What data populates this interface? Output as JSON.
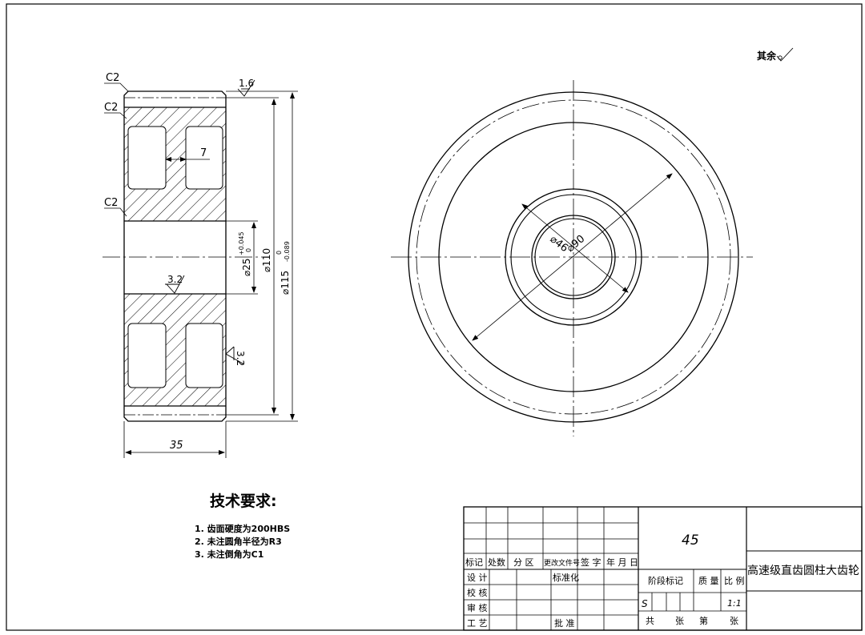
{
  "drawing": {
    "general_roughness": "其余",
    "chamfers": [
      "C2",
      "C2",
      "C2"
    ],
    "roughness": {
      "top": "1.6",
      "bore": "3.2",
      "side": "3.2"
    },
    "dims": {
      "web": "7",
      "width": "35",
      "bore": "⌀25",
      "bore_tol_upper": "+0.045",
      "bore_tol_lower": "0",
      "hub": "⌀110",
      "outer": "⌀115",
      "outer_tol_upper": "0",
      "outer_tol_lower": "-0.089",
      "circle_small": "⌀46",
      "circle_large": "⌀90"
    }
  },
  "tech": {
    "title": "技术要求:",
    "items": [
      "1. 齿面硬度为200HBS",
      "2. 未注圆角半径为R3",
      "3. 未注倒角为C1"
    ]
  },
  "title_block": {
    "headers": [
      "标记",
      "处数",
      "分 区",
      "更改文件号",
      "签 字",
      "年 月 日"
    ],
    "rows": [
      "设 计",
      "校 核",
      "审 核",
      "工 艺"
    ],
    "std": "标准化",
    "approve": "批 准",
    "material": "45",
    "stage": "阶段标记",
    "mass": "质 量",
    "scale_label": "比 例",
    "stage_value": "S",
    "scale": "1:1",
    "total": "共",
    "sheets": "张",
    "sheet_no": "第",
    "sheets2": "张",
    "name": "高速级直齿圆柱大齿轮"
  }
}
